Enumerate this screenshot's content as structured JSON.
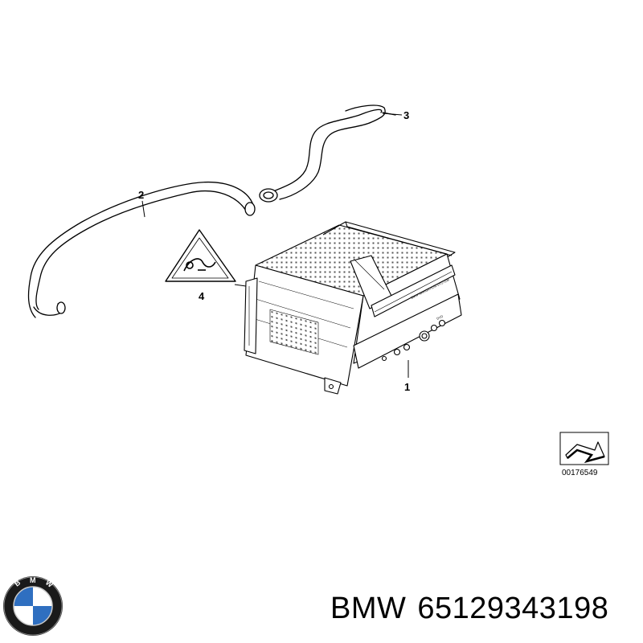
{
  "callouts": [
    {
      "number": "1",
      "part": "Navigation unit"
    },
    {
      "number": "2",
      "part": "Hose"
    },
    {
      "number": "3",
      "part": "Hose"
    },
    {
      "number": "4",
      "part": "Warning label"
    }
  ],
  "reference_code": "00176549",
  "unit_label": "BMW NAVIGATION SYSTEM",
  "unit_sublabel": "DVD",
  "caption": {
    "brand": "BMW",
    "part_number": "65129343198"
  },
  "logo": {
    "text": "BMW",
    "colors": {
      "ring": "#1a1a1a",
      "blue": "#2f6fc0",
      "white": "#ffffff"
    }
  }
}
